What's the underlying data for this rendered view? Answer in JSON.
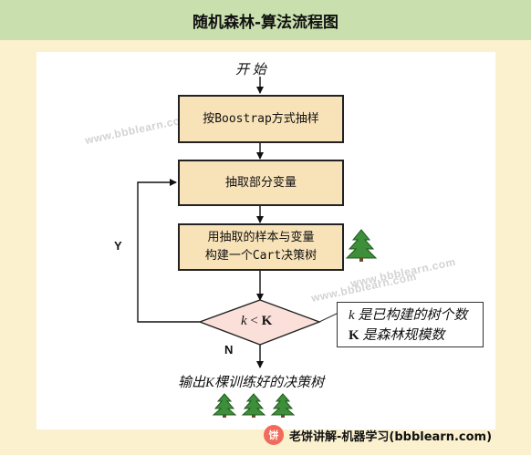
{
  "title": "随机森林-算法流程图",
  "flow": {
    "start": "开 始",
    "step1": "按Boostrap方式抽样",
    "step2": "抽取部分变量",
    "step3_line1": "用抽取的样本与变量",
    "step3_line2": "构建一个Cart决策树",
    "condition_k": "k",
    "condition_op": " < ",
    "condition_K": "K",
    "yes_label": "Y",
    "no_label": "N",
    "end": "输出K棵训练好的决策树"
  },
  "callout": {
    "line1_var": "k",
    "line1_text": " 是已构建的树个数",
    "line2_var": "K",
    "line2_text": " 是森林规模数"
  },
  "watermark": "www.bbblearn.com",
  "brand": {
    "logo_char": "饼",
    "name": "老饼讲解-机器学习(bbblearn.com)"
  },
  "colors": {
    "title_bg": "#c9dfae",
    "page_bg": "#fbf1cf",
    "box_fill": "#f8e2b8",
    "diamond_fill": "#fbe0da",
    "tree_green": "#3e8f3a",
    "brand_logo": "#f26a5a"
  },
  "icons": [
    "tree-icon",
    "tree-icon",
    "tree-icon",
    "tree-icon"
  ]
}
